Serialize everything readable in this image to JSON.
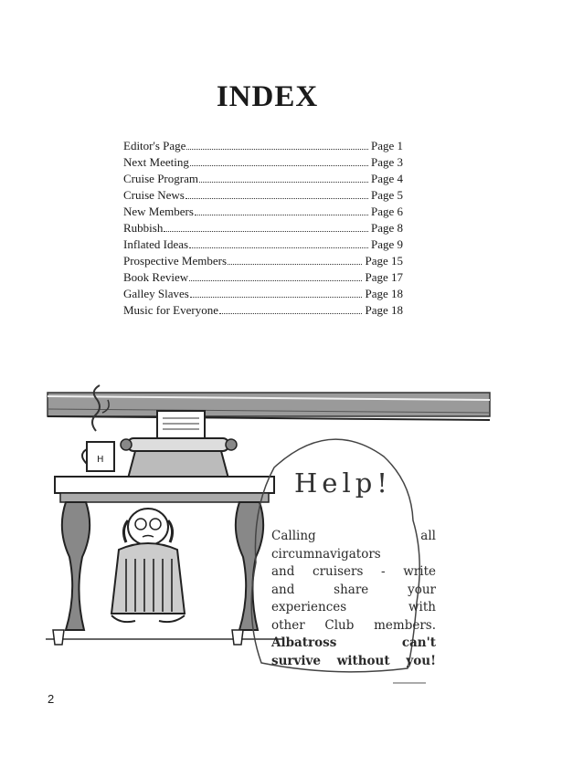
{
  "title": "INDEX",
  "toc": [
    {
      "label": "Editor's Page",
      "page": "Page 1"
    },
    {
      "label": "Next Meeting",
      "page": "Page 3"
    },
    {
      "label": "Cruise Program",
      "page": "Page 4"
    },
    {
      "label": "Cruise News",
      "page": "Page 5"
    },
    {
      "label": "New Members",
      "page": "Page 6"
    },
    {
      "label": "Rubbish",
      "page": "Page 8"
    },
    {
      "label": "Inflated Ideas",
      "page": "Page 9"
    },
    {
      "label": "Prospective Members",
      "page": "Page 15"
    },
    {
      "label": "Book Review",
      "page": "Page 17"
    },
    {
      "label": "Galley Slaves",
      "page": "Page 18"
    },
    {
      "label": "Music for Everyone",
      "page": "Page 18"
    }
  ],
  "help": {
    "title": "Help!",
    "lines": [
      "Calling all",
      "circumnavigators",
      "and cruisers - write",
      "and share your",
      "experiences with",
      "other Club members.",
      "Albatross can't",
      "survive without you!"
    ]
  },
  "page_number": "2"
}
